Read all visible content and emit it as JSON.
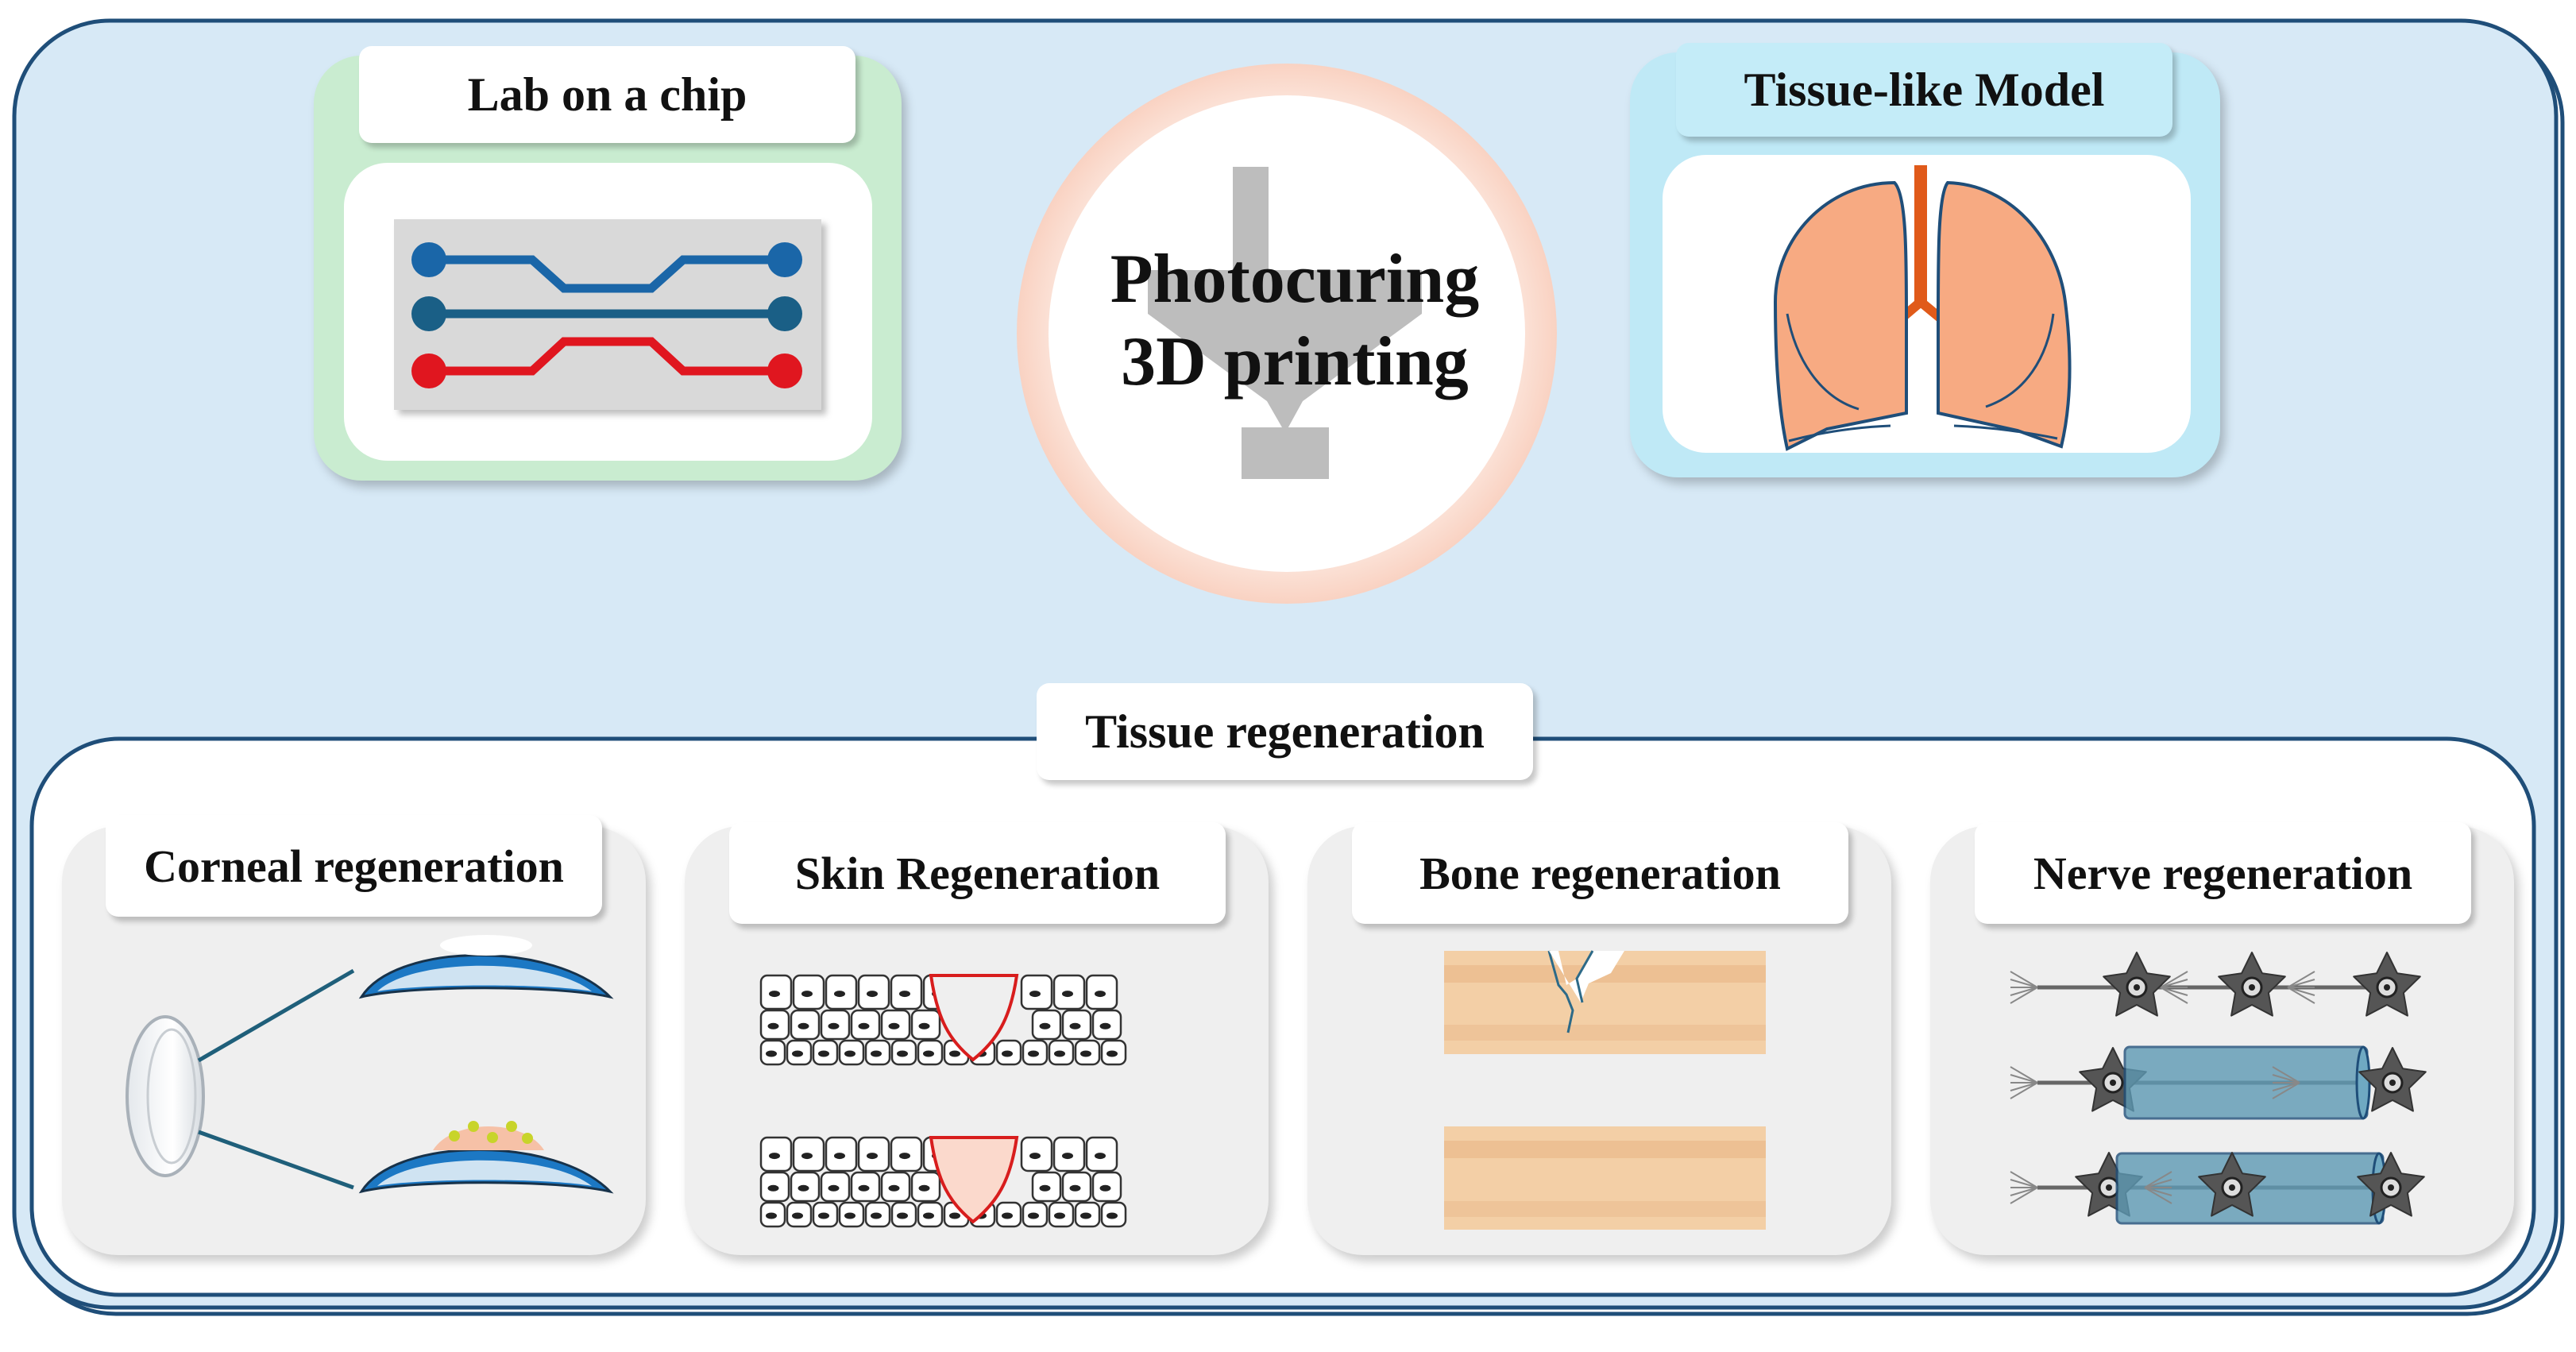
{
  "top": {
    "lab_on_chip": {
      "label": "Lab on a chip"
    },
    "center": {
      "line1": "Photocuring",
      "line2": "3D printing"
    },
    "tissue_model": {
      "label": "Tissue-like Model"
    }
  },
  "tissue_regeneration": {
    "title": "Tissue regeneration",
    "cards": [
      {
        "label": "Corneal regeneration"
      },
      {
        "label": "Skin Regeneration"
      },
      {
        "label": "Bone regeneration"
      },
      {
        "label": "Nerve regeneration"
      }
    ]
  },
  "colors": {
    "outer_bg": "#d7e9f6",
    "outer_border": "#1f4e79",
    "lab_panel": "#c9ecd0",
    "model_panel": "#bfe9f6",
    "card_bg": "#efefef",
    "channel_blue": "#1a66a8",
    "channel_teal": "#1a5f86",
    "channel_red": "#e0161f",
    "lung": "#f7aa82",
    "trachea": "#e05a1a",
    "bone": "#f3cfa6",
    "nerve_tube": "#5e9ab4",
    "neuron": "#555555"
  }
}
